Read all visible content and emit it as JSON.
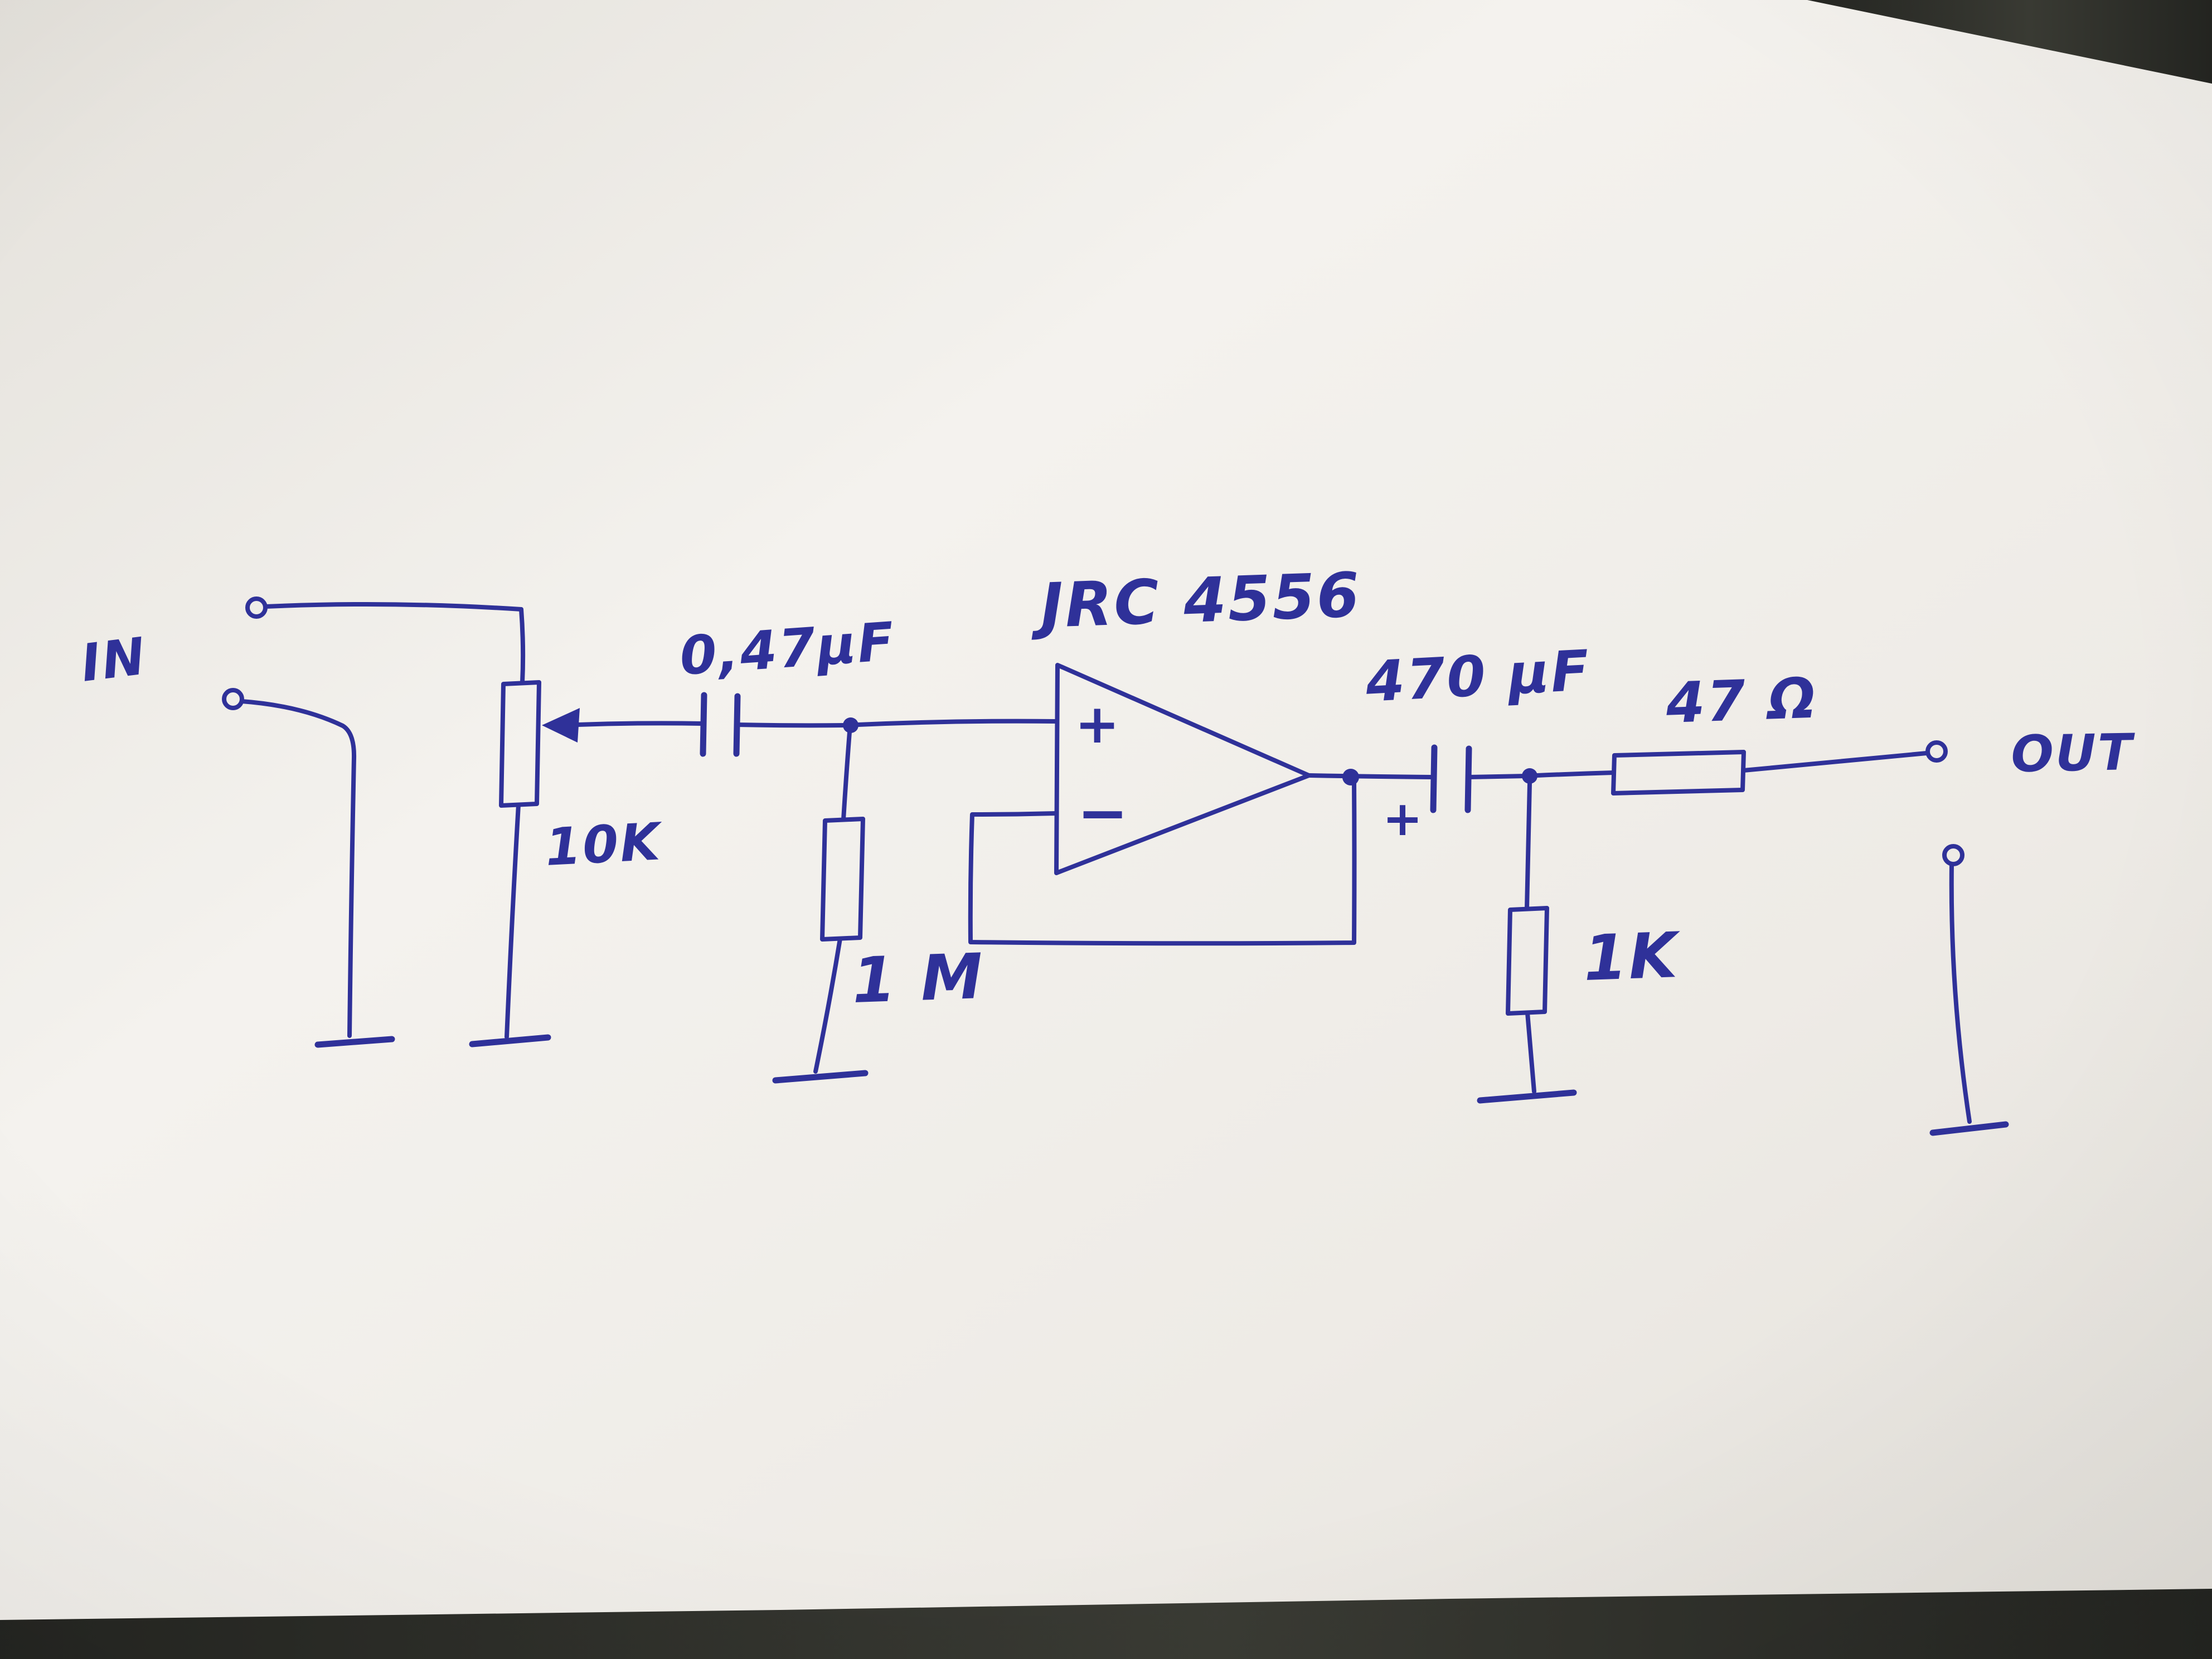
{
  "scene_description": "Hand-drawn audio amplifier circuit schematic in blue ink on white paper, photographed on a dark table",
  "colors": {
    "ink": "#2f3199",
    "paper_light": "#f4f2ee",
    "paper_mid": "#eeebe6",
    "paper_dark": "#e4e1db",
    "table_dark": "#242521",
    "table_light": "#3a3b34",
    "corner": "#171b17"
  },
  "components": [
    {
      "id": "input",
      "type": "input terminals",
      "label": "IN"
    },
    {
      "id": "pot",
      "type": "potentiometer",
      "label": "10K"
    },
    {
      "id": "c-in",
      "type": "coupling capacitor",
      "label": "0,47µF"
    },
    {
      "id": "opamp",
      "type": "op-amp",
      "label": "JRC 4556",
      "plus": "+",
      "minus": "−"
    },
    {
      "id": "r-bias",
      "type": "bias resistor",
      "label": "1 M"
    },
    {
      "id": "c-out",
      "type": "electrolytic capacitor",
      "label": "470 µF",
      "polarity": "+"
    },
    {
      "id": "r-series",
      "type": "series resistor",
      "label": "47 Ω"
    },
    {
      "id": "r-load",
      "type": "load resistor",
      "label": "1K"
    },
    {
      "id": "output",
      "type": "output terminals",
      "label": "OUT"
    }
  ]
}
